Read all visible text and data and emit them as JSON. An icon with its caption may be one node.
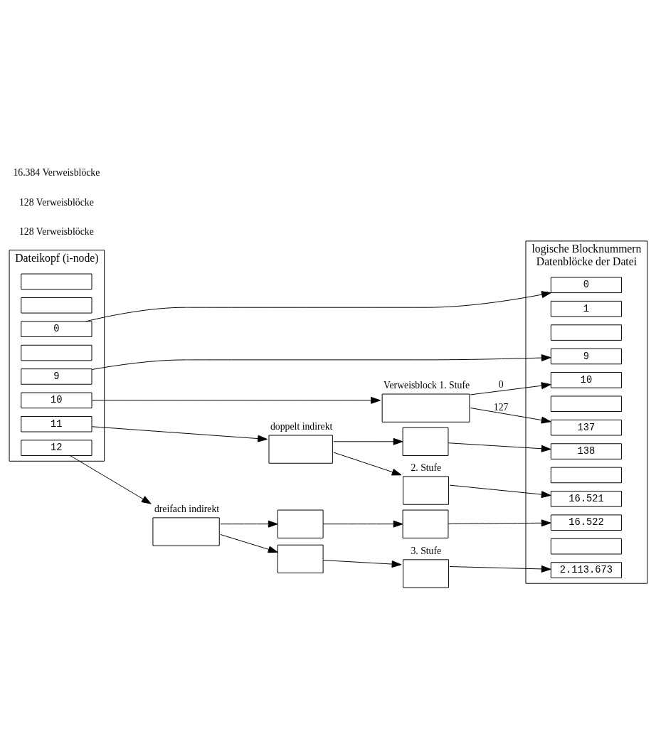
{
  "diagram": {
    "nodes": [
      {
        "text": [
          "Dateikopf (i-node)"
        ]
      },
      {
        "text": [],
        "shape": "box",
        "in": 0
      },
      {
        "text": [],
        "shape": "box",
        "in": 0
      },
      {
        "text": [
          "0"
        ],
        "in": 0
      },
      {
        "text": [],
        "shape": "box",
        "in": 0
      },
      {
        "text": [
          "9"
        ],
        "in": 0
      },
      {
        "text": [
          "10"
        ],
        "in": 0
      },
      {
        "text": [
          "11"
        ],
        "in": 0
      },
      {
        "text": [
          "12"
        ],
        "in": 0
      },
      {
        "text": [
          "logische Blocknummern",
          "Datenblöcke der Datei"
        ]
      },
      {
        "text": [
          "0"
        ],
        "in": 9
      },
      {
        "text": [
          "1"
        ],
        "in": 9
      },
      {
        "text": [],
        "shape": "box",
        "in": 9
      },
      {
        "text": [
          "9"
        ],
        "in": 9
      },
      {
        "text": [
          "10"
        ],
        "in": 9
      },
      {
        "text": [],
        "shape": "box",
        "in": 9
      },
      {
        "text": [
          "137"
        ],
        "in": 9
      },
      {
        "text": [
          "138"
        ],
        "in": 9
      },
      {
        "text": [],
        "shape": "box",
        "in": 9
      },
      {
        "text": [
          "16.521"
        ],
        "in": 9
      },
      {
        "text": [
          "16.522"
        ],
        "in": 9
      },
      {
        "text": [],
        "shape": "box",
        "in": 9
      },
      {
        "text": [
          "2.113.673"
        ],
        "in": 9
      },
      {
        "text": [],
        "shape": "box",
        "beside": [
          "Verweisblock 1. Stufe"
        ]
      },
      {
        "text": [],
        "shape": "box",
        "beside": [
          "doppelt indirekt"
        ]
      },
      {
        "text": [],
        "shape": "box"
      },
      {
        "text": [],
        "shape": "box",
        "beside": [
          "2. Stufe"
        ]
      },
      {
        "text": [],
        "shape": "box",
        "beside": [
          "dreifach indirekt"
        ]
      },
      {
        "text": [],
        "shape": "box"
      },
      {
        "text": [],
        "shape": "box"
      },
      {
        "text": [],
        "shape": "box"
      },
      {
        "text": [],
        "shape": "box",
        "beside": [
          "3. Stufe"
        ]
      }
    ],
    "edges": [
      {
        "from": 3,
        "to": 10,
        "arrow": "to"
      },
      {
        "from": 5,
        "to": 13,
        "arrow": "to"
      },
      {
        "from": 6,
        "to": 23,
        "arrow": "to"
      },
      {
        "from": 23,
        "to": 14,
        "arrow": "to",
        "label": "0"
      },
      {
        "from": 23,
        "to": 16,
        "arrow": "to",
        "label": "127"
      },
      {
        "from": 7,
        "to": 24,
        "arrow": "to"
      },
      {
        "from": 24,
        "to": 25,
        "arrow": "to"
      },
      {
        "from": 24,
        "to": 26,
        "arrow": "to"
      },
      {
        "from": 25,
        "to": 17,
        "arrow": "to"
      },
      {
        "from": 26,
        "to": 19,
        "arrow": "to"
      },
      {
        "from": 8,
        "to": 27,
        "arrow": "to"
      },
      {
        "from": 27,
        "to": 28,
        "arrow": "to"
      },
      {
        "from": 27,
        "to": 29,
        "arrow": "to"
      },
      {
        "from": 28,
        "to": 30,
        "arrow": "to"
      },
      {
        "from": 29,
        "to": 31,
        "arrow": "to"
      },
      {
        "from": 30,
        "to": 20,
        "arrow": "to"
      },
      {
        "from": 31,
        "to": 22,
        "arrow": "to"
      }
    ],
    "labels": [
      "128 Verweisblöcke",
      "128 Verweisblöcke",
      "16.384 Verweisblöcke"
    ]
  }
}
